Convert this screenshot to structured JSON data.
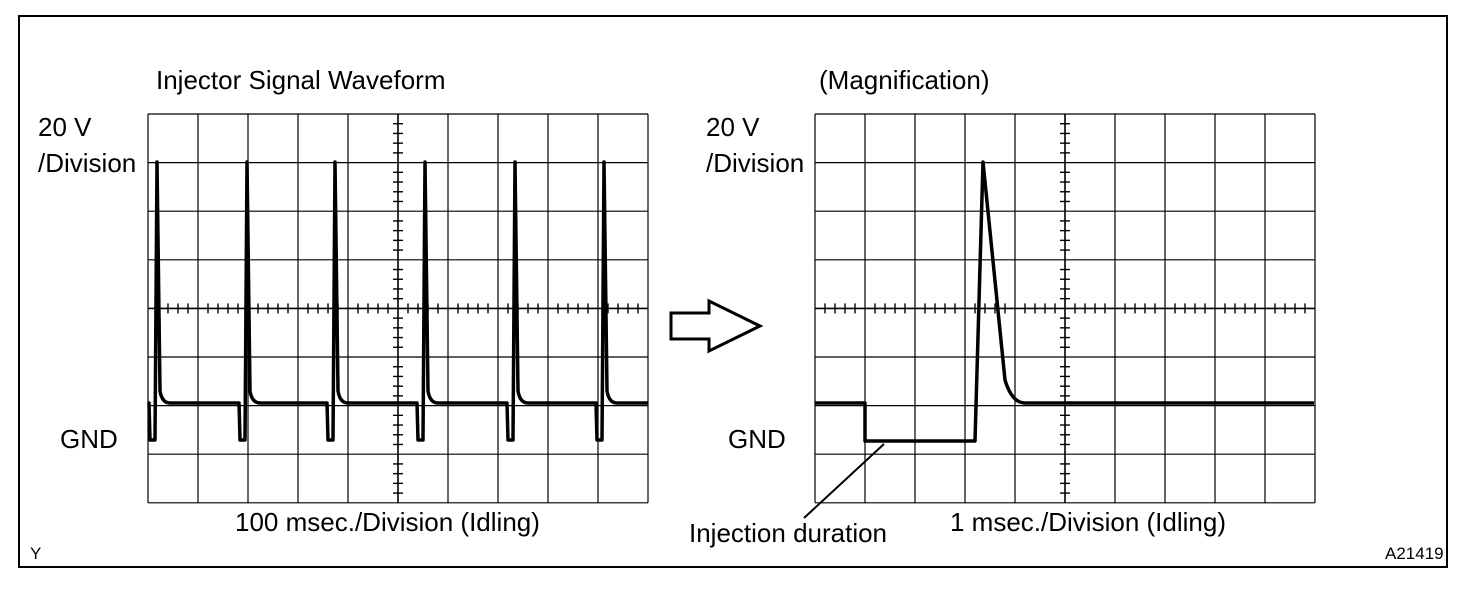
{
  "left_panel": {
    "title": "Injector Signal Waveform",
    "volts_line1": "20 V",
    "volts_line2": "/Division",
    "gnd": "GND",
    "time_scale": "100 msec./Division (Idling)"
  },
  "right_panel": {
    "title": "(Magnification)",
    "volts_line1": "20 V",
    "volts_line2": "/Division",
    "gnd": "GND",
    "time_scale": "1 msec./Division (Idling)",
    "callout": "Injection duration"
  },
  "footer": {
    "corner_mark": "Y",
    "figure_id": "A21419"
  },
  "arrow_icon": "right-hollow-arrow-icon"
}
